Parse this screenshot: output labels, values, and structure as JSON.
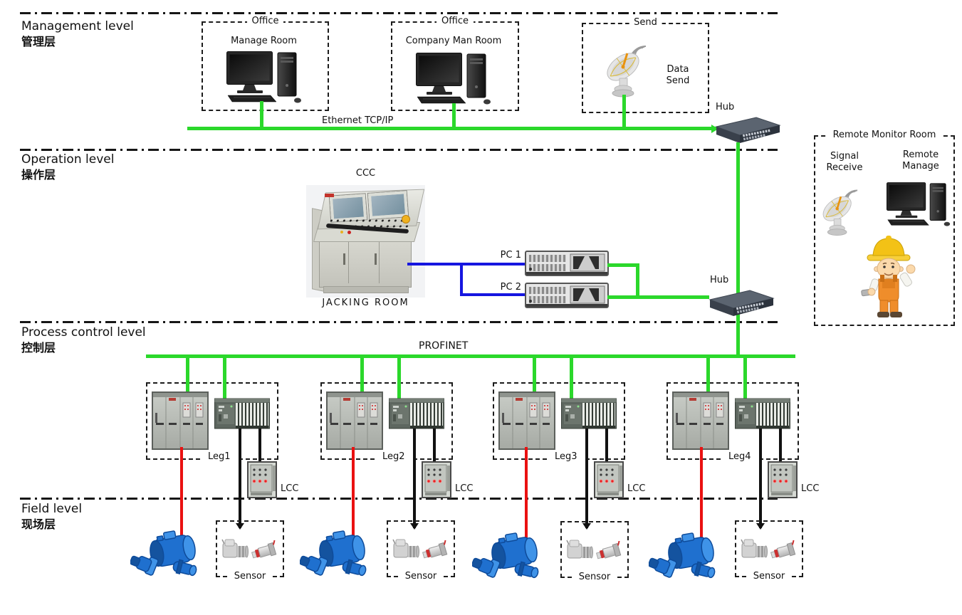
{
  "colors": {
    "green": "#2bd82b",
    "blue": "#1616e0",
    "red": "#ea1111",
    "wire-black": "#111111"
  },
  "layers": {
    "management": {
      "title": "Management level",
      "subtitle": "管理层"
    },
    "operation": {
      "title": "Operation level",
      "subtitle": "操作层"
    },
    "process": {
      "title": "Process control level",
      "subtitle": "控制层"
    },
    "field": {
      "title": "Field level",
      "subtitle": "现场层"
    }
  },
  "management": {
    "office1": {
      "title": "Office",
      "room": "Manage Room"
    },
    "office2": {
      "title": "Office",
      "room": "Company Man Room"
    },
    "send": {
      "title": "Send",
      "caption_line1": "Data",
      "caption_line2": "Send"
    },
    "ethernet_label": "Ethernet TCP/IP",
    "hub_label": "Hub"
  },
  "remote": {
    "title": "Remote Monitor Room",
    "receive_line1": "Signal",
    "receive_line2": "Receive",
    "manage_line1": "Remote",
    "manage_line2": "Manage"
  },
  "operation": {
    "console_label": "CCC",
    "room_label": "JACKING ROOM",
    "pc1_label": "PC 1",
    "pc2_label": "PC 2",
    "hub_label": "Hub"
  },
  "process": {
    "bus_label": "PROFINET",
    "legs": [
      {
        "label": "Leg1",
        "lcc_label": "LCC"
      },
      {
        "label": "Leg2",
        "lcc_label": "LCC"
      },
      {
        "label": "Leg3",
        "lcc_label": "LCC"
      },
      {
        "label": "Leg4",
        "lcc_label": "LCC"
      }
    ]
  },
  "field": {
    "sensor_boxes": [
      {
        "label": "Sensor"
      },
      {
        "label": "Sensor"
      },
      {
        "label": "Sensor"
      },
      {
        "label": "Sensor"
      }
    ]
  }
}
